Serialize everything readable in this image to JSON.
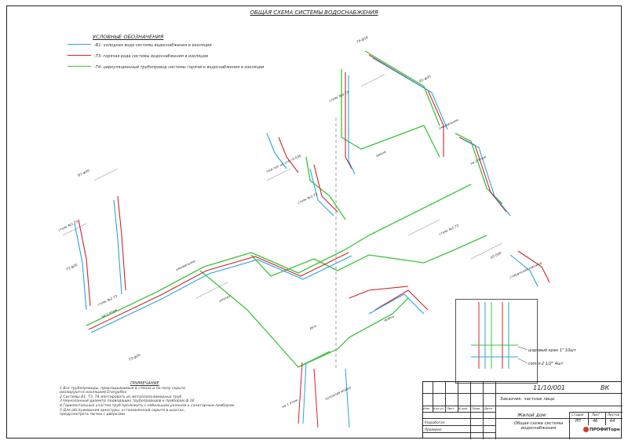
{
  "title": "ОБЩАЯ СХЕМА СИСТЕМЫ ВОДОСНАБЖЕНИЯ",
  "legend": {
    "heading": "УСЛОВНЫЕ ОБОЗНАЧЕНИЯ",
    "items": [
      {
        "code": "-В1-",
        "text": "-В1- холодная вода системы водоснабжения в изоляции",
        "color": "#2aa4d8"
      },
      {
        "code": "-Т3-",
        "text": "-Т3- горячая вода системы водоснабжения в изоляции",
        "color": "#d2232a"
      },
      {
        "code": "-Т4-",
        "text": "-Т4- циркуляционный трубопровод системы горячего водоснабжения в изоляции",
        "color": "#3cc43c"
      }
    ]
  },
  "colors": {
    "cold": "#2aa4d8",
    "hot": "#d2232a",
    "circ": "#3cc43c",
    "grey": "#777777"
  },
  "notes": {
    "heading": "ПРИМЕЧАНИЕ",
    "lines": [
      "1 Все трубопроводы, прокладываемые в  стенах  и по полу скрыто",
      "изолируются изоляцией Energoflex",
      "2  Системы В1, Т3, Т4 монтировать из металлополимерных труб",
      "3  Неуказанный диаметр подводящих трубопроводов к приборам ф 16",
      "4  Горизонтальные участки труб проложить с небольшим уклоном к санитарным приборам",
      "5  Для обслуживания арматуры, установленной скрыто в  шахтах,",
      "предусмотреть лючки с дверками"
    ]
  },
  "labels": {
    "riser_st1": "стояк №1 Т3",
    "riser_st2": "стояк №2 Т3",
    "riser_st3": "стояк №3 Т3",
    "riser_st4": "стояк №4 Т3",
    "riser_st5": "стояк №5 Т3",
    "floor1": "на 1 этаж",
    "floor2": "на 2 этаж",
    "b1_20": "В1-ф20",
    "t3_20": "Т3-ф20",
    "t4_16": "Т4-ф16",
    "b1_25": "В1-ф25",
    "mark": "±0.000",
    "basin": "умывальник",
    "wc": "унитаз",
    "bath": "ванна",
    "shower": "душ",
    "sink": "мойка",
    "kitchen": "кухонная мойка",
    "washer": "стиральная машина",
    "pod_pol": "под пол на отм -0.030",
    "tap1": "шаровый кран 1\" 10шт",
    "tap2": "combi-2 1/2\" 4шт"
  },
  "titleblock": {
    "code": "11/10/001",
    "stamp": "ВК",
    "customer": "Заказчик: частное лицо",
    "object": "Жилой дом",
    "sheet_title": "Общая схема системы водоснабжения",
    "hdr_izm": "Изм.",
    "hdr_kol": "Кол.уч",
    "hdr_list": "Лист",
    "hdr_doc": "N док.",
    "hdr_sign": "Подп.",
    "hdr_date": "Дата",
    "role1": "Разработал",
    "role2": "Проверил",
    "stage_label": "Стадия",
    "sheet_label": "Лист",
    "sheets_label": "Листов",
    "stage": "РП",
    "sheet_no": "46",
    "sheets_total": "64",
    "company": "ПРОФИТорн"
  }
}
